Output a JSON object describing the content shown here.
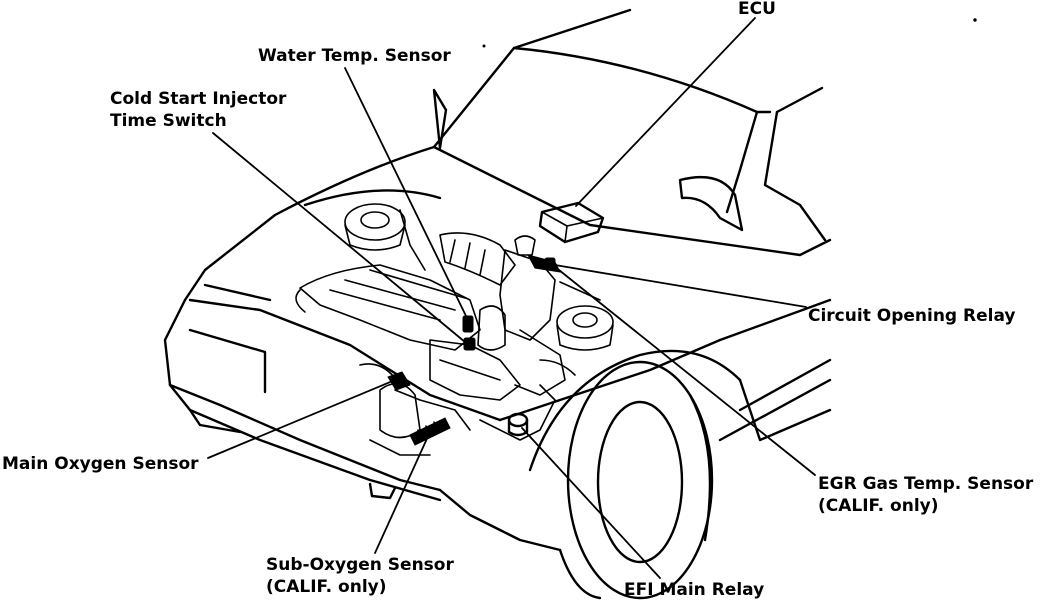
{
  "labels": {
    "ecu": "ECU",
    "water_temp": "Water Temp. Sensor",
    "cold_start_1": "Cold Start Injector",
    "cold_start_2": "Time Switch",
    "circuit_relay": "Circuit Opening Relay",
    "main_o2": "Main Oxygen Sensor",
    "egr_1": "EGR Gas Temp. Sensor",
    "egr_2": "(CALIF. only)",
    "sub_o2_1": "Sub-Oxygen Sensor",
    "sub_o2_2": "(CALIF. only)",
    "efi_relay": "EFI Main Relay"
  }
}
